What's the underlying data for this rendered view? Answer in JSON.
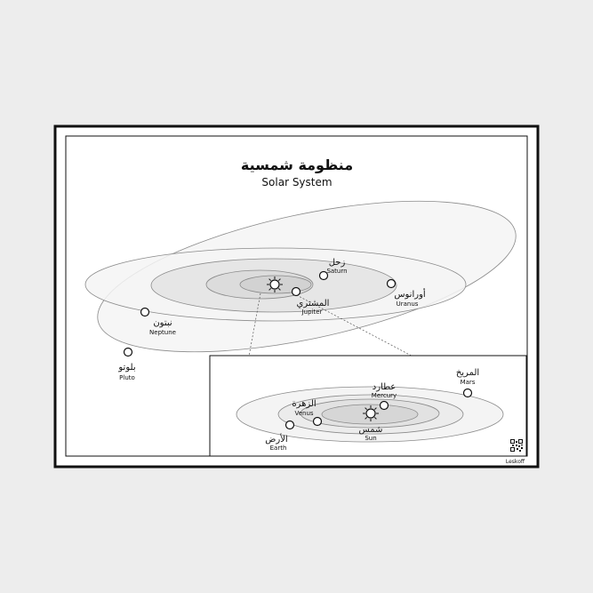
{
  "poster": {
    "title_ar": "منظومة شمسية",
    "title_en": "Solar System",
    "brand": "Leskoff"
  },
  "planets": {
    "saturn": {
      "ar": "زحل",
      "en": "Saturn"
    },
    "uranus": {
      "ar": "أورانوس",
      "en": "Uranus"
    },
    "jupiter": {
      "ar": "المشتري",
      "en": "Jupiter"
    },
    "neptune": {
      "ar": "نبتون",
      "en": "Neptune"
    },
    "pluto": {
      "ar": "بلوتو",
      "en": "Pluto"
    },
    "mars": {
      "ar": "المريخ",
      "en": "Mars"
    },
    "mercury": {
      "ar": "عطارد",
      "en": "Mercury"
    },
    "venus": {
      "ar": "الزهرة",
      "en": "Venus"
    },
    "sun": {
      "ar": "شمس",
      "en": "Sun"
    },
    "earth": {
      "ar": "الأرض",
      "en": "Earth"
    }
  },
  "colors": {
    "background": "#ededed",
    "paper": "#ffffff",
    "frame": "#111111",
    "orbit_fill_light": "#f4f4f4",
    "orbit_fill_mid": "#e6e6e6",
    "orbit_fill_dark": "#d8d8d8",
    "orbit_stroke": "#8a8a8a"
  },
  "icons": [
    "sun-icon",
    "qr-code-icon"
  ]
}
